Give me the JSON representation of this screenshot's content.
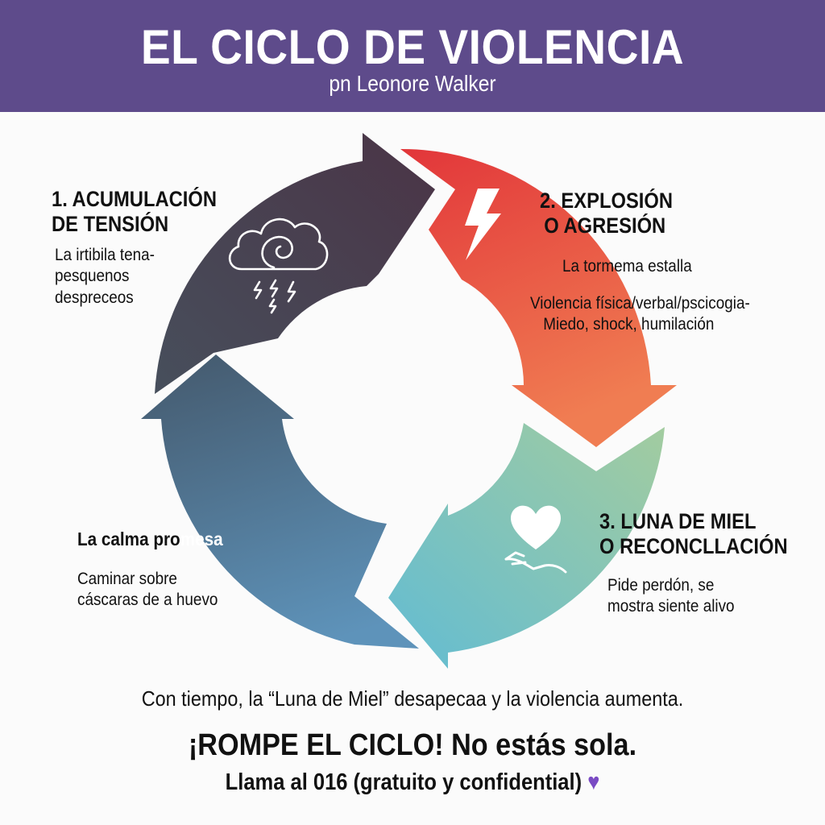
{
  "header": {
    "title": "EL CICLO DE VIOLENCIA",
    "subtitle": "pn Leonore Walker",
    "background": "#5e4b8b"
  },
  "stages": [
    {
      "title_line1": "1. ACUMULACIÓN",
      "title_line2": "DE TENSIÓN",
      "desc_lines": [
        "La irtibila tena-",
        "pesquenos",
        "despreceos"
      ],
      "icon": "storm-cloud-icon",
      "color_start": "#4a3446",
      "color_end": "#474f5c"
    },
    {
      "title_line1": "2. EXPLOSIÓN",
      "title_line2": "O AGRESIÓN",
      "desc_heading": "La tormema estalla",
      "desc_lines": [
        "Violencia física/verbal/pscicogia-",
        "Miedo, shock, humilación"
      ],
      "icon": "lightning-bolt-icon",
      "color_start": "#e2363a",
      "color_end": "#f07d52"
    },
    {
      "title_line1": "3. LUNA DE MIEL",
      "title_line2": "O RECONCLLACIÓN",
      "desc_lines": [
        "Pide perdón, se",
        "mostra siente alivo"
      ],
      "icon": "heart-in-hand-icon",
      "color_start": "#a3cc9f",
      "color_end": "#62bcd3"
    },
    {
      "title_dark": "La calma pro",
      "title_light": "mesa",
      "desc_lines": [
        "Caminar sobre",
        "cáscaras de a huevo"
      ],
      "color_start": "#5e93ba",
      "color_end": "#465d72"
    }
  ],
  "footer": {
    "note": "Con tiempo, la “Luna de Miel” desapecaa y la violencia aumenta.",
    "cta": "¡ROMPE EL CICLO! No estás sola.",
    "call": "Llama al 016 (gratuito y confidential)",
    "heart": "💜"
  }
}
